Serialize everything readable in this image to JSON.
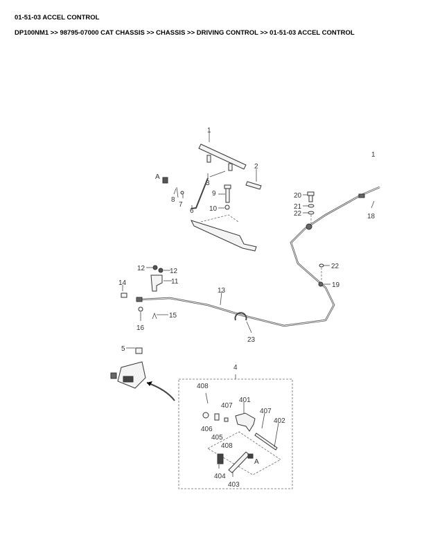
{
  "header": {
    "title": "01-51-03 ACCEL CONTROL",
    "breadcrumb": "DP100NM1 >> 98795-07000 CAT CHASSIS >> CHASSIS >> DRIVING CONTROL >> 01-51-03 ACCEL CONTROL"
  },
  "diagram": {
    "callouts": [
      "1",
      "2",
      "3",
      "A",
      "8",
      "7",
      "6",
      "9",
      "10",
      "20",
      "21",
      "22",
      "1",
      "18",
      "22",
      "19",
      "12",
      "12",
      "11",
      "14",
      "13",
      "15",
      "16",
      "23",
      "5",
      "4",
      "408",
      "407",
      "401",
      "407",
      "402",
      "406",
      "405",
      "408",
      "A",
      "404",
      "403"
    ]
  }
}
